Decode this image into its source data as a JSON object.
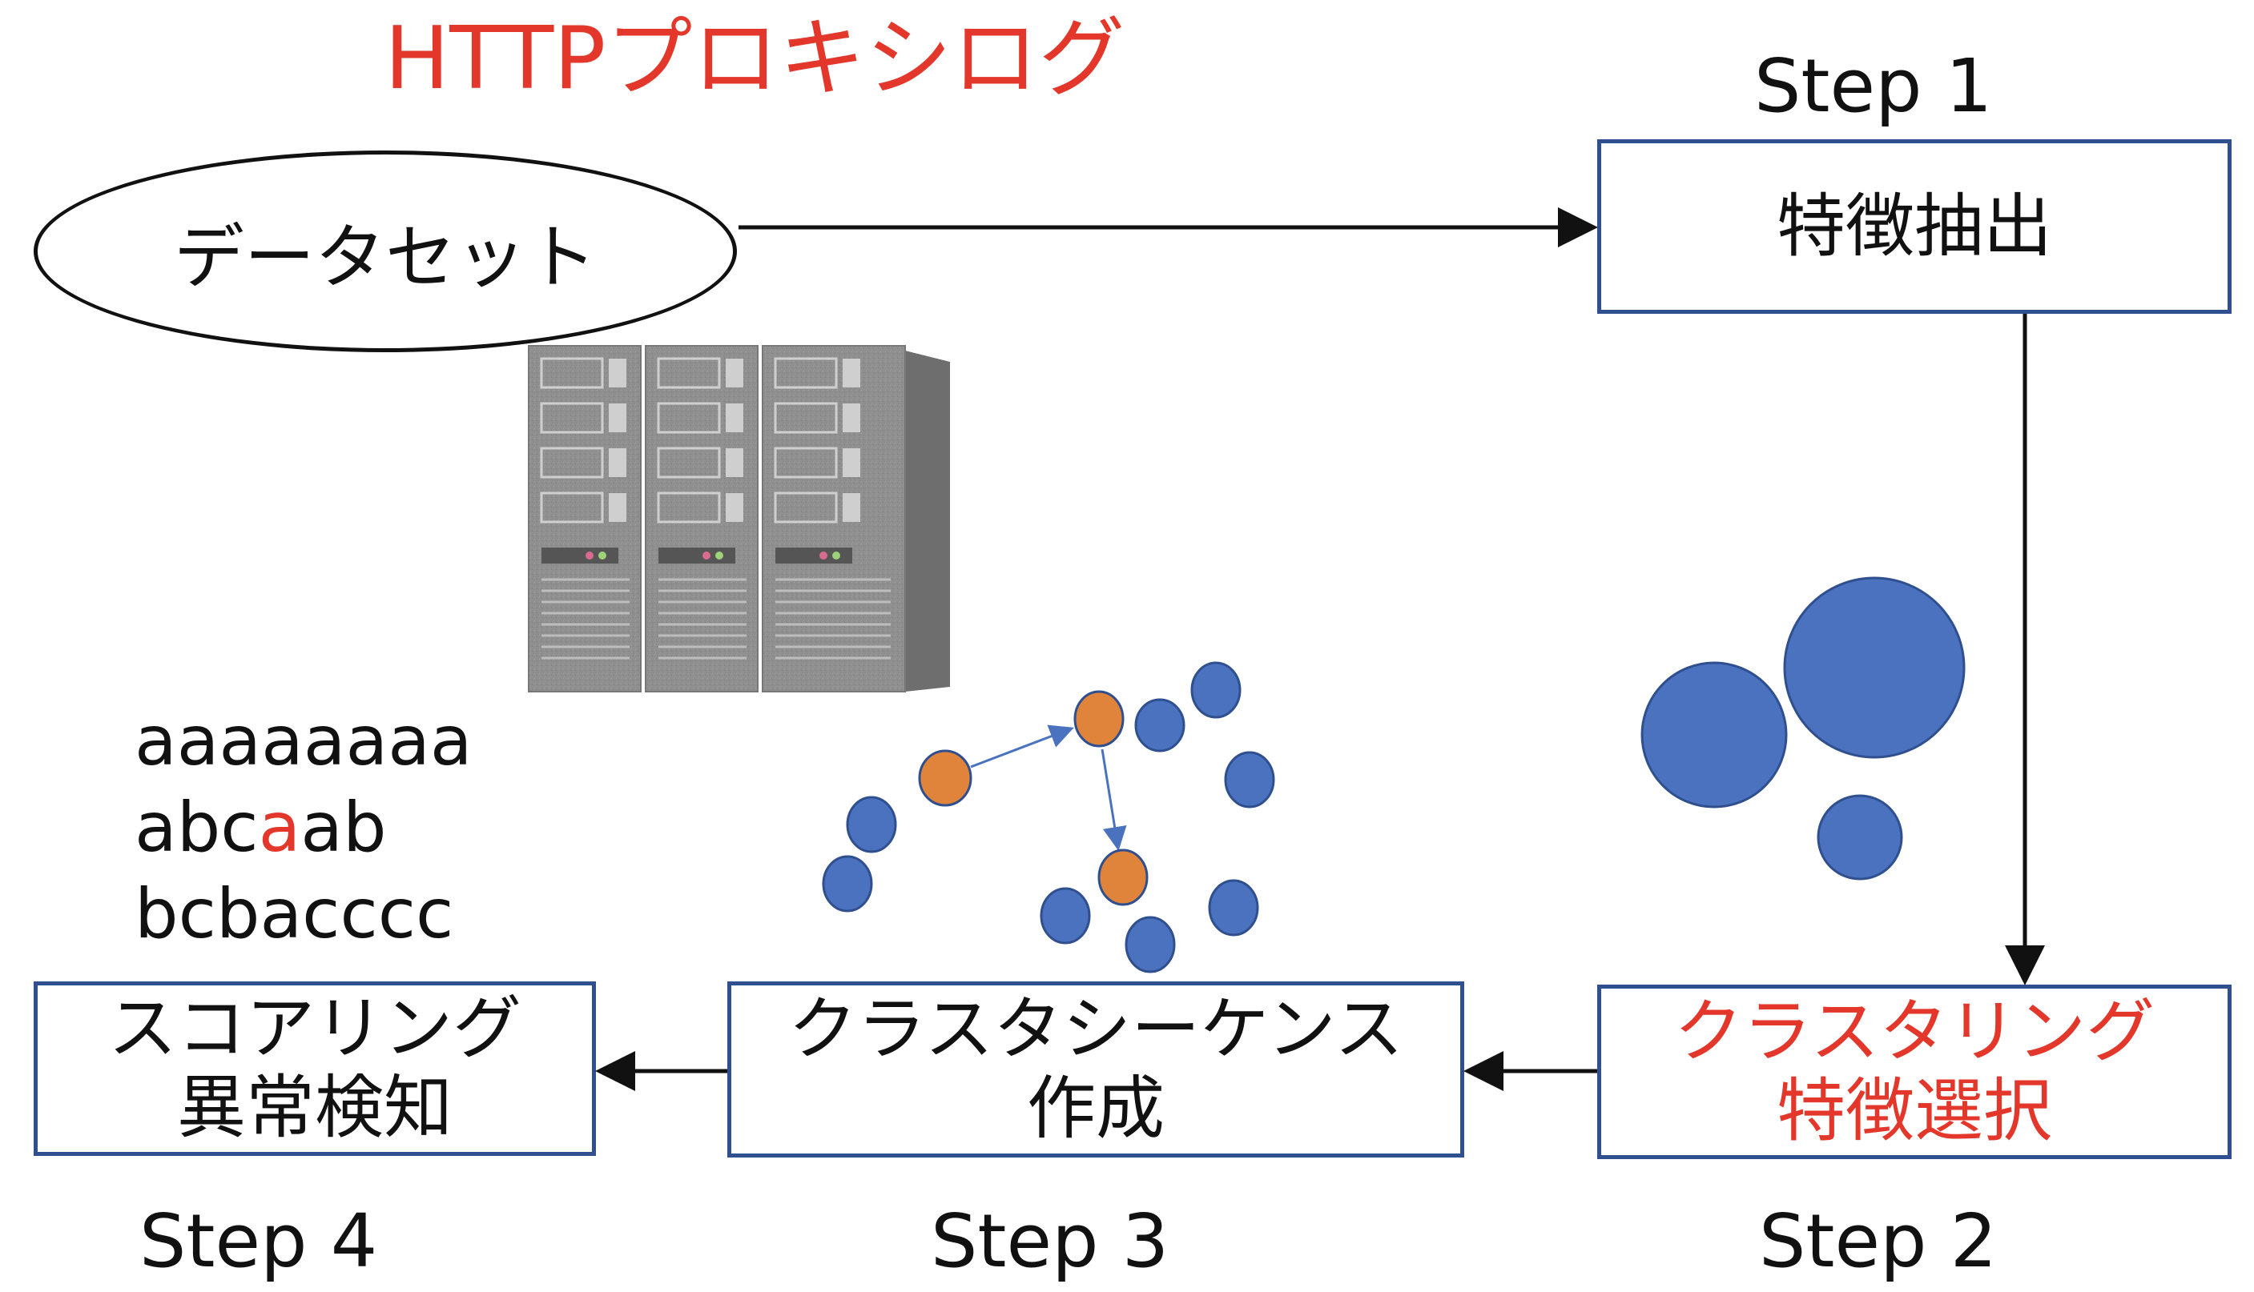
{
  "title": "HTTPプロキシログ",
  "dataset_label": "データセット",
  "steps": {
    "step1": {
      "label": "Step 1",
      "box_line1": "特徴抽出"
    },
    "step2": {
      "label": "Step 2",
      "box_line1": "クラスタリング",
      "box_line2": "特徴選択"
    },
    "step3": {
      "label": "Step 3",
      "box_line1": "クラスタシーケンス",
      "box_line2": "作成"
    },
    "step4": {
      "label": "Step 4",
      "box_line1": "スコアリング",
      "box_line2": "異常検知"
    }
  },
  "sequences": {
    "line1": "aaaaaaaa",
    "line2_prefix": "abc",
    "line2_highlight": "a",
    "line2_suffix": "ab",
    "line3": "bcbacccc"
  },
  "colors": {
    "accent_red": "#e2372a",
    "box_border": "#2f4f8f",
    "cluster_blue": "#4a72bf",
    "sequence_orange": "#e0843b"
  },
  "icons": {
    "server": "server-rack-icon"
  }
}
